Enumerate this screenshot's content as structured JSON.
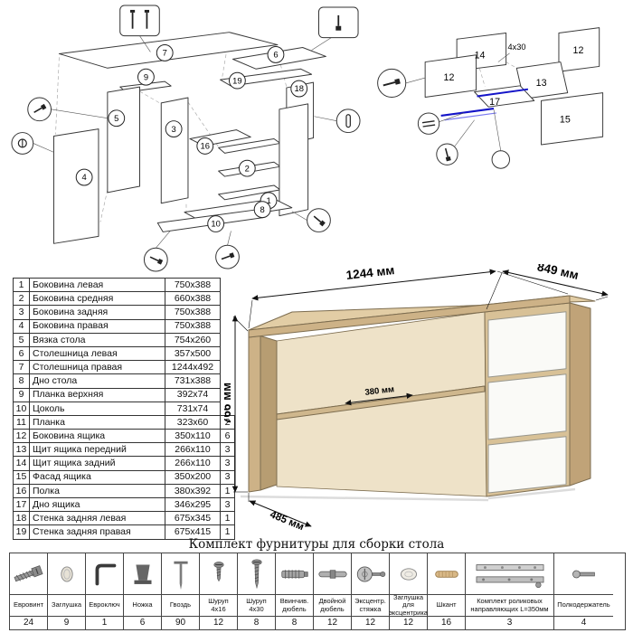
{
  "diagram_left": {
    "numbers": [
      "7",
      "6",
      "19",
      "18",
      "5",
      "9",
      "3",
      "16",
      "2",
      "1",
      "4",
      "10",
      "8"
    ]
  },
  "diagram_right": {
    "numbers": [
      "14",
      "12",
      "12",
      "13",
      "17",
      "15"
    ],
    "screw_note": "4x30"
  },
  "desk": {
    "dims": {
      "width": "1244 мм",
      "depth": "849 мм",
      "height": "766 мм",
      "inner_depth": "380 мм",
      "left_depth": "485 мм"
    }
  },
  "parts": {
    "rows": [
      {
        "num": "1",
        "name": "Боковина левая",
        "size": "750x388",
        "qty": ""
      },
      {
        "num": "2",
        "name": "Боковина средняя",
        "size": "660x388",
        "qty": ""
      },
      {
        "num": "3",
        "name": "Боковина задняя",
        "size": "750x388",
        "qty": ""
      },
      {
        "num": "4",
        "name": "Боковина правая",
        "size": "750x388",
        "qty": ""
      },
      {
        "num": "5",
        "name": "Вязка стола",
        "size": "754x260",
        "qty": ""
      },
      {
        "num": "6",
        "name": "Столешница левая",
        "size": "357x500",
        "qty": ""
      },
      {
        "num": "7",
        "name": "Столешница правая",
        "size": "1244x492",
        "qty": ""
      },
      {
        "num": "8",
        "name": "Дно стола",
        "size": "731x388",
        "qty": ""
      },
      {
        "num": "9",
        "name": "Планка верхняя",
        "size": "392x74",
        "qty": ""
      },
      {
        "num": "10",
        "name": "Цоколь",
        "size": "731x74",
        "qty": ""
      },
      {
        "num": "11",
        "name": "Планка",
        "size": "323x60",
        "qty": "2"
      },
      {
        "num": "12",
        "name": "Боковина ящика",
        "size": "350x110",
        "qty": "6"
      },
      {
        "num": "13",
        "name": "Щит ящика передний",
        "size": "266x110",
        "qty": "3"
      },
      {
        "num": "14",
        "name": "Щит ящика задний",
        "size": "266x110",
        "qty": "3"
      },
      {
        "num": "15",
        "name": "Фасад ящика",
        "size": "350x200",
        "qty": "3"
      },
      {
        "num": "16",
        "name": "Полка",
        "size": "380x392",
        "qty": "1"
      },
      {
        "num": "17",
        "name": "Дно ящика",
        "size": "346x295",
        "qty": "3"
      },
      {
        "num": "18",
        "name": "Стенка задняя левая",
        "size": "675x345",
        "qty": "1"
      },
      {
        "num": "19",
        "name": "Стенка задняя правая",
        "size": "675x415",
        "qty": "1"
      }
    ]
  },
  "hardware": {
    "title": "Комплект фурнитуры для сборки стола",
    "items": [
      {
        "name": "Евровинт",
        "qty": "24",
        "icon": "confirmat-screw"
      },
      {
        "name": "Заглушка",
        "qty": "9",
        "icon": "cap"
      },
      {
        "name": "Евроключ",
        "qty": "1",
        "icon": "hex-key"
      },
      {
        "name": "Ножка",
        "qty": "6",
        "icon": "leg"
      },
      {
        "name": "Гвоздь",
        "qty": "90",
        "icon": "nail"
      },
      {
        "name": "Шуруп 4x16",
        "qty": "12",
        "icon": "screw-short"
      },
      {
        "name": "Шуруп 4x30",
        "qty": "8",
        "icon": "screw-long"
      },
      {
        "name": "Ввинчив. дюбель",
        "qty": "8",
        "icon": "screw-in-dowel"
      },
      {
        "name": "Двойной дюбель",
        "qty": "12",
        "icon": "double-dowel"
      },
      {
        "name": "Эксцентр. стяжка",
        "qty": "12",
        "icon": "cam-lock"
      },
      {
        "name": "Заглушка для эксцентрика",
        "qty": "12",
        "icon": "cam-cap"
      },
      {
        "name": "Шкант",
        "qty": "16",
        "icon": "wood-dowel"
      },
      {
        "name": "Комплект роликовых направляющих L=350мм",
        "qty": "3",
        "icon": "drawer-slides"
      },
      {
        "name": "Полкодержатель",
        "qty": "4",
        "icon": "shelf-pin"
      }
    ]
  }
}
